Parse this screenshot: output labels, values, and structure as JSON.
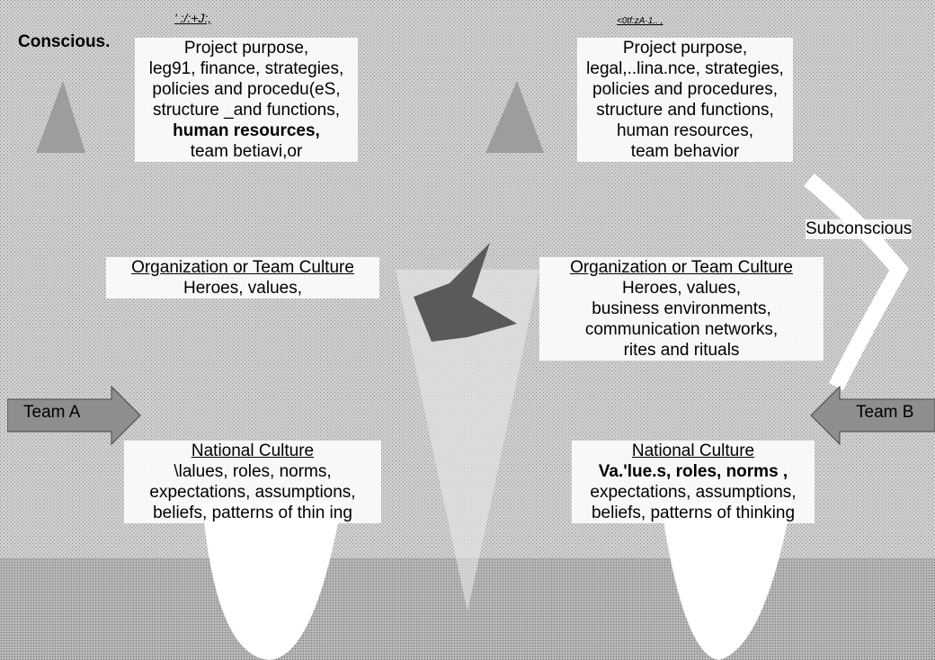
{
  "labels": {
    "conscious": "Conscious.",
    "subconscious": "Subconscious",
    "team_a": "Team A",
    "team_b": "Team B"
  },
  "marks": {
    "left_top": "' :/:+J:,",
    "right_top": "<0tf:zA·1.. ,"
  },
  "team_a": {
    "surface": {
      "lines": [
        "Project purpose,",
        "leg91, finance, strategies,",
        "policies and procedu(eS,",
        "structure _and functions,",
        "human resources,",
        "team betiavi,or"
      ]
    },
    "organization": {
      "heading": "Organization or Team Culture",
      "lines": [
        "Heroes, values,"
      ]
    },
    "national": {
      "heading": "National Culture",
      "lines": [
        "\\lalues, roles, norms,",
        "expectations, assumptions,",
        "beliefs, patterns of thin ing"
      ]
    }
  },
  "team_b": {
    "surface": {
      "lines": [
        "Project purpose,",
        "legal,..lina.nce, strategies,",
        "policies and procedures,",
        "structure and functions,",
        "human resources,",
        "team behavior"
      ]
    },
    "organization": {
      "heading": "Organization or Team Culture",
      "lines": [
        "Heroes, values,",
        "business environments,",
        "communication networks,",
        "rites and rituals"
      ]
    },
    "national": {
      "heading": "National Culture",
      "lines": [
        "Va.'lue.s, roles, norms ,",
        "expectations, assumptions,",
        "beliefs, patterns of thinking"
      ]
    }
  },
  "colors": {
    "background": "#c9c9c9",
    "arrow": "#8e8e8e"
  }
}
